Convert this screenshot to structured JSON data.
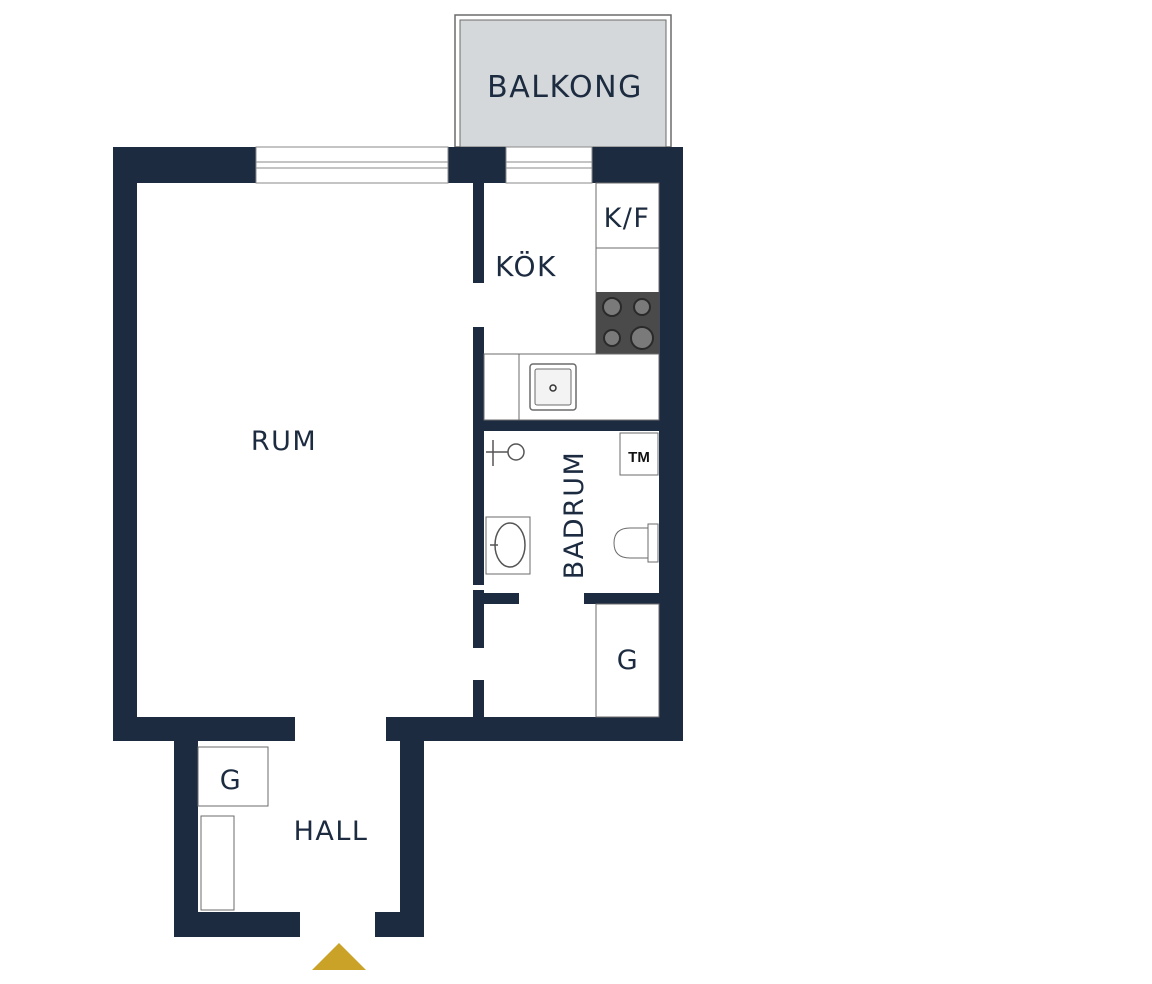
{
  "colors": {
    "wall": "#1c2b40",
    "floor": "#ffffff",
    "balcony": "#d4d8da",
    "label": "#1c2b40",
    "stove": "#4a4a4a",
    "entrance_marker": "#c9a227"
  },
  "rooms": {
    "balcony": "BALKONG",
    "living": "RUM",
    "kitchen": "KÖK",
    "fridge": "K/F",
    "bathroom": "BADRUM",
    "washer": "TM",
    "wardrobe_bath": "G",
    "wardrobe_hall": "G",
    "hall": "HALL"
  },
  "icons": [
    "stove-icon",
    "sink-icon",
    "shower-icon",
    "washbasin-icon",
    "toilet-icon",
    "entrance-arrow-icon"
  ]
}
